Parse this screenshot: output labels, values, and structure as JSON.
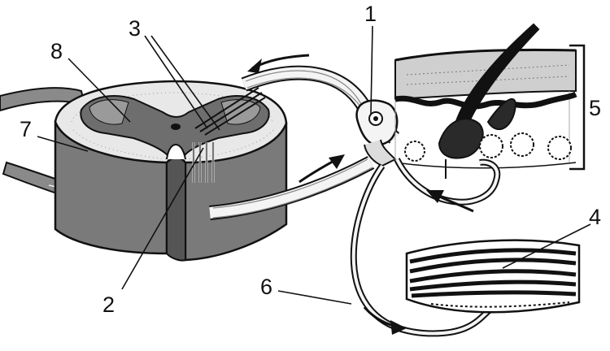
{
  "labels": {
    "l1": "1",
    "l2": "2",
    "l3": "3",
    "l4": "4",
    "l5": "5",
    "l6": "6",
    "l7": "7",
    "l8": "8"
  },
  "colors": {
    "ink": "#111111",
    "grey_matter": "#6e6e6e",
    "white_matter": "#e8e8e8",
    "cord_side": "#7a7a7a",
    "skin": "#cfcfcf",
    "nerve_fill": "#f4f4f4"
  }
}
